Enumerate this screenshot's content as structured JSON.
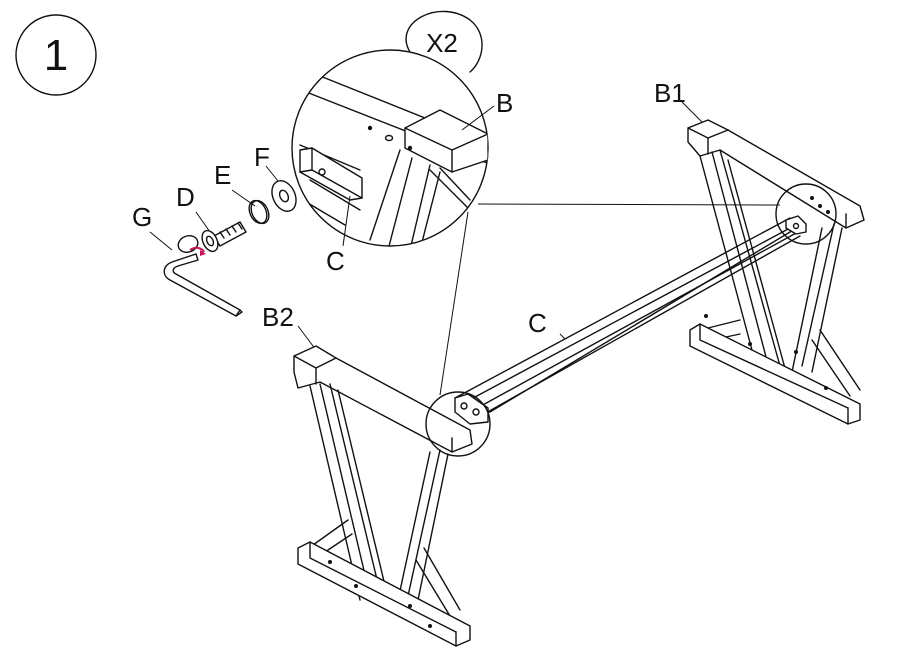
{
  "step": {
    "number": "1"
  },
  "quantity": "X2",
  "labels": {
    "B": "B",
    "B1": "B1",
    "B2": "B2",
    "C_detail": "C",
    "C_main": "C",
    "D": "D",
    "E": "E",
    "F": "F",
    "G": "G"
  },
  "colors": {
    "line": "#111111",
    "background": "#ffffff",
    "arrow": "#c2185b"
  }
}
